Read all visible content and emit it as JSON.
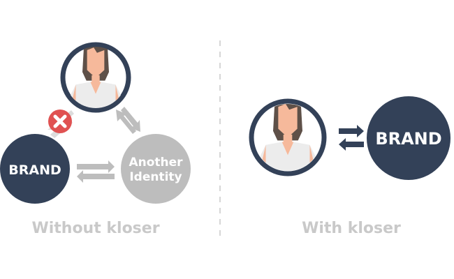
{
  "colors": {
    "navy": "#334158",
    "gray": "#bdbdbd",
    "label_gray": "#c9c9c9",
    "red": "#e05252",
    "hair": "#5e5048",
    "skin": "#f6b99b",
    "shirt": "#ececec"
  },
  "left": {
    "brand_label": "BRAND",
    "identity_line1": "Another",
    "identity_line2": "Identity",
    "caption": "Without kloser",
    "blocked_icon": "close-icon"
  },
  "right": {
    "brand_label": "BRAND",
    "caption": "With kloser"
  }
}
